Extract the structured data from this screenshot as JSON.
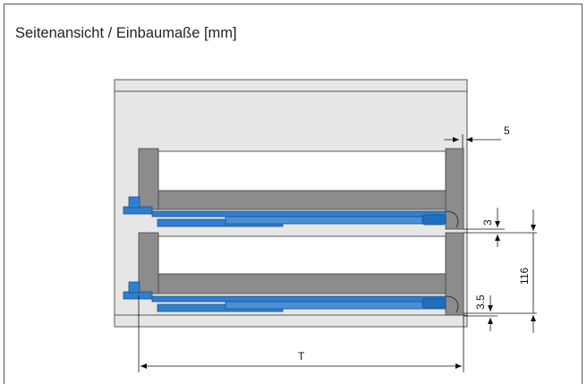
{
  "title": "Seitenansicht / Einbaumaße [mm]",
  "dimensions": {
    "top_gap": "5",
    "gap_upper": "3",
    "gap_lower": "3.5",
    "height": "116",
    "depth": "T"
  },
  "colors": {
    "frame": "#555555",
    "cabinet_fill": "#e6e6e6",
    "panel_gray": "#8c8c8c",
    "panel_dark": "#6e6e6e",
    "rail_blue": "#2f7fd0",
    "rail_dark": "#1f4f86",
    "line": "#222222"
  }
}
